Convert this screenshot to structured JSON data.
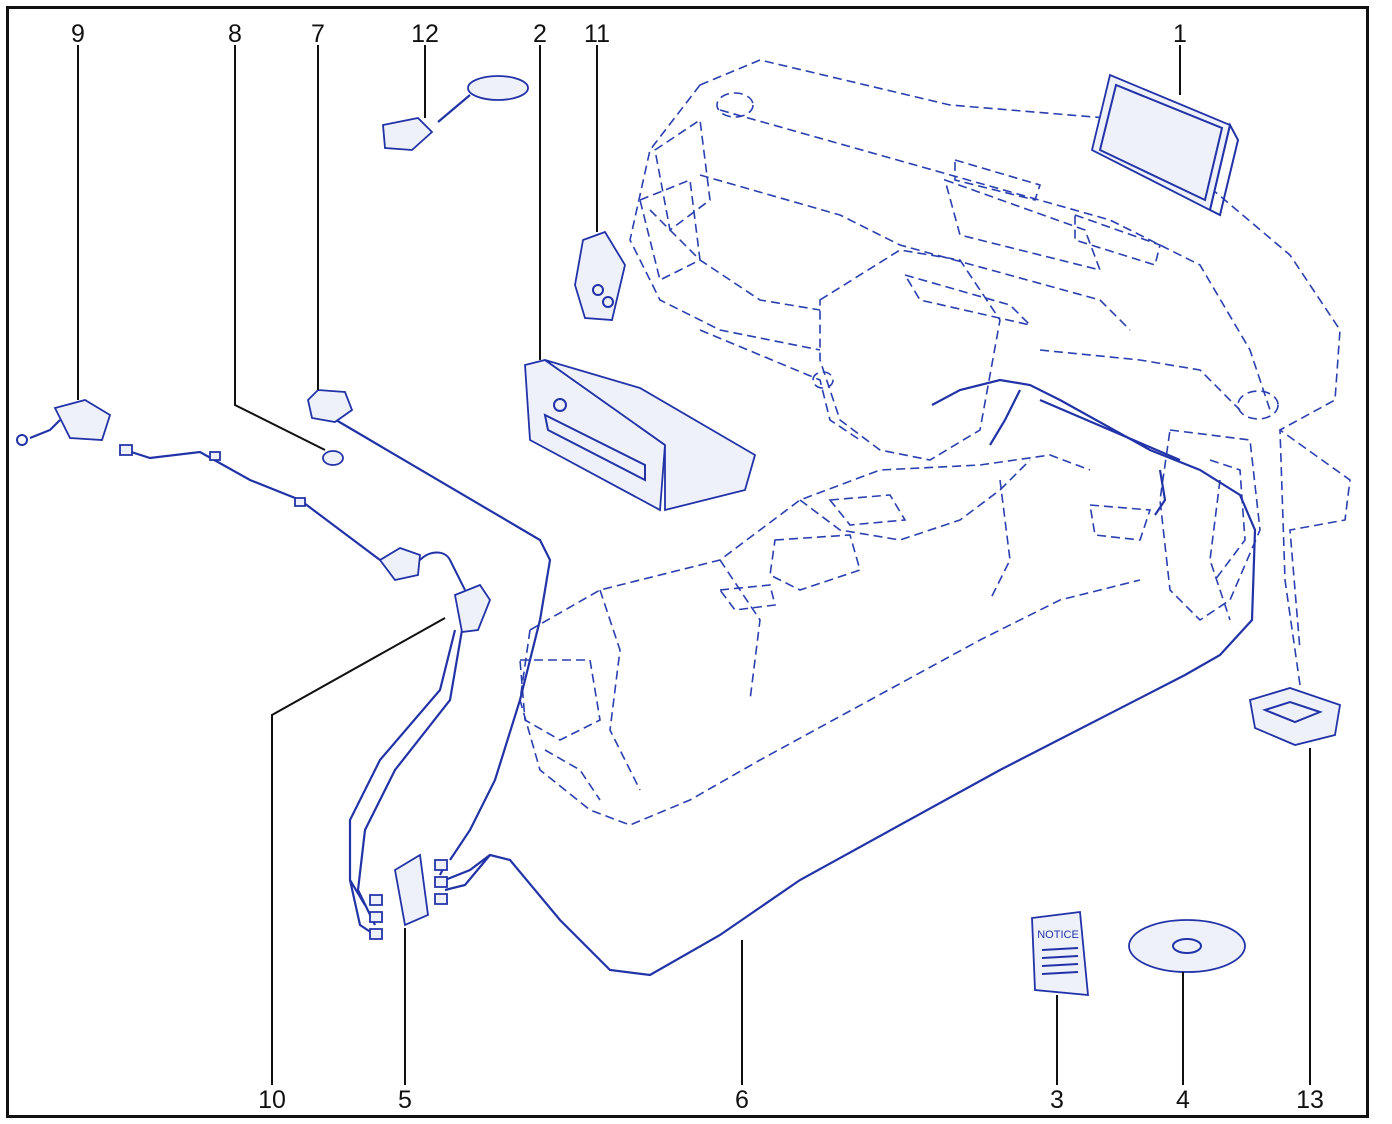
{
  "callouts": [
    "1",
    "2",
    "3",
    "4",
    "5",
    "6",
    "7",
    "8",
    "9",
    "10",
    "11",
    "12",
    "13"
  ],
  "notice_text": "NOTICE",
  "colors": {
    "line": "#2233a8",
    "frame": "#111111"
  }
}
